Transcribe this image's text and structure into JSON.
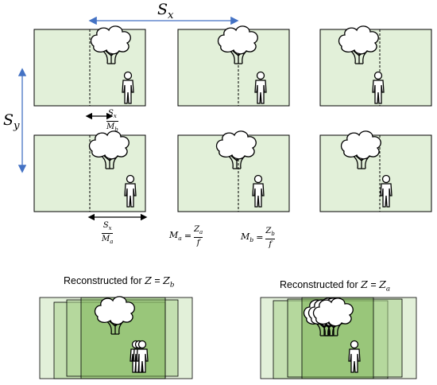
{
  "labels": {
    "sx": "S",
    "sx_sub": "x",
    "sy": "S",
    "sy_sub": "y"
  },
  "fractions": {
    "top_num": "S",
    "top_num_sub": "x",
    "top_den": "M",
    "top_den_sub": "b",
    "bottom_num": "S",
    "bottom_num_sub": "x",
    "bottom_den": "M",
    "bottom_den_sub": "a"
  },
  "equations": {
    "ma_lhs": "M",
    "ma_lhs_sub": "a",
    "ma_num": "Z",
    "ma_num_sub": "a",
    "ma_den": "f",
    "mb_lhs": "M",
    "mb_lhs_sub": "b",
    "mb_num": "Z",
    "mb_num_sub": "b",
    "mb_den": "f",
    "equals": "="
  },
  "captions": {
    "left_prefix": "Reconstructed for",
    "left_var": "Z",
    "left_eq": "=",
    "left_val": "Z",
    "left_val_sub": "b",
    "right_prefix": "Reconstructed for",
    "right_var": "Z",
    "right_eq": "=",
    "right_val": "Z",
    "right_val_sub": "a"
  },
  "colors": {
    "panel_fill": "#e2f0d9",
    "overlap_fill": "#a9d18e",
    "overlap_dark": "#70ad47",
    "arrow_blue": "#4472c4",
    "stroke": "#000000"
  }
}
